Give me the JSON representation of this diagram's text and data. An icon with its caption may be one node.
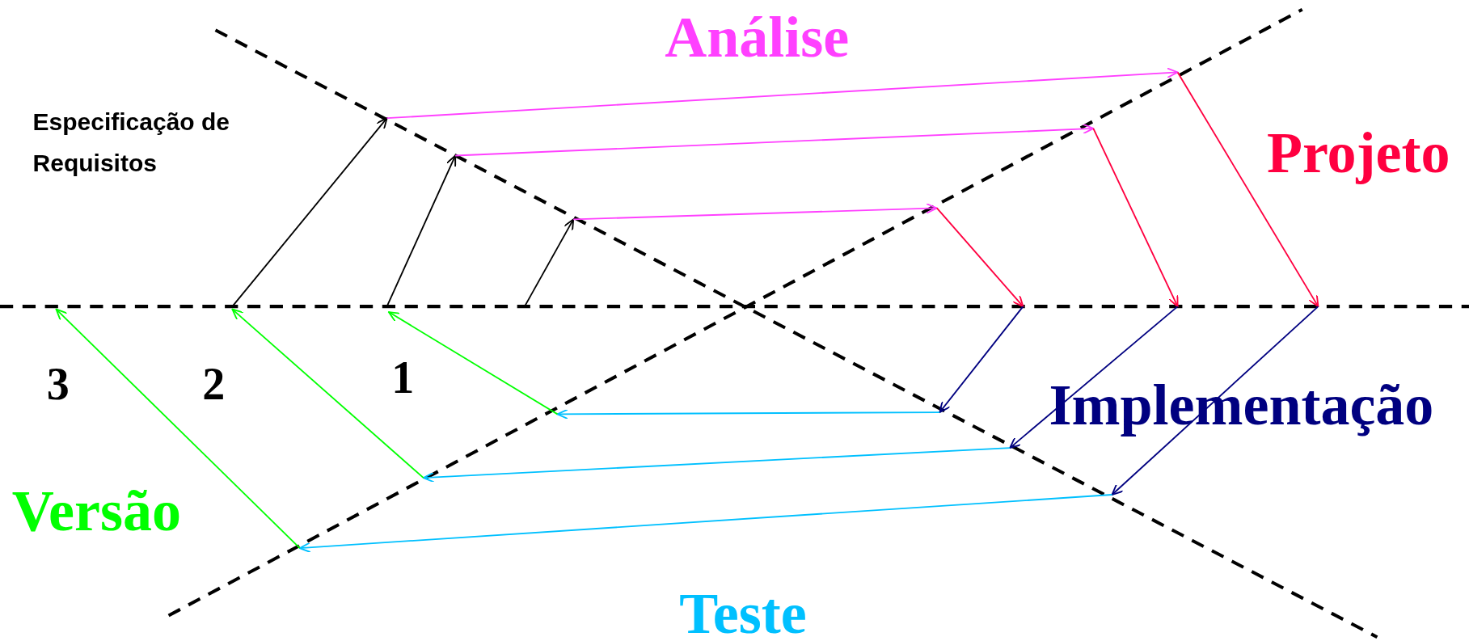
{
  "diagram": {
    "labels": [
      "Análise",
      "Especificação de Requisitos",
      "Projeto",
      "3",
      "2",
      "1",
      "Implementação",
      "Versão",
      "Teste"
    ]
  }
}
